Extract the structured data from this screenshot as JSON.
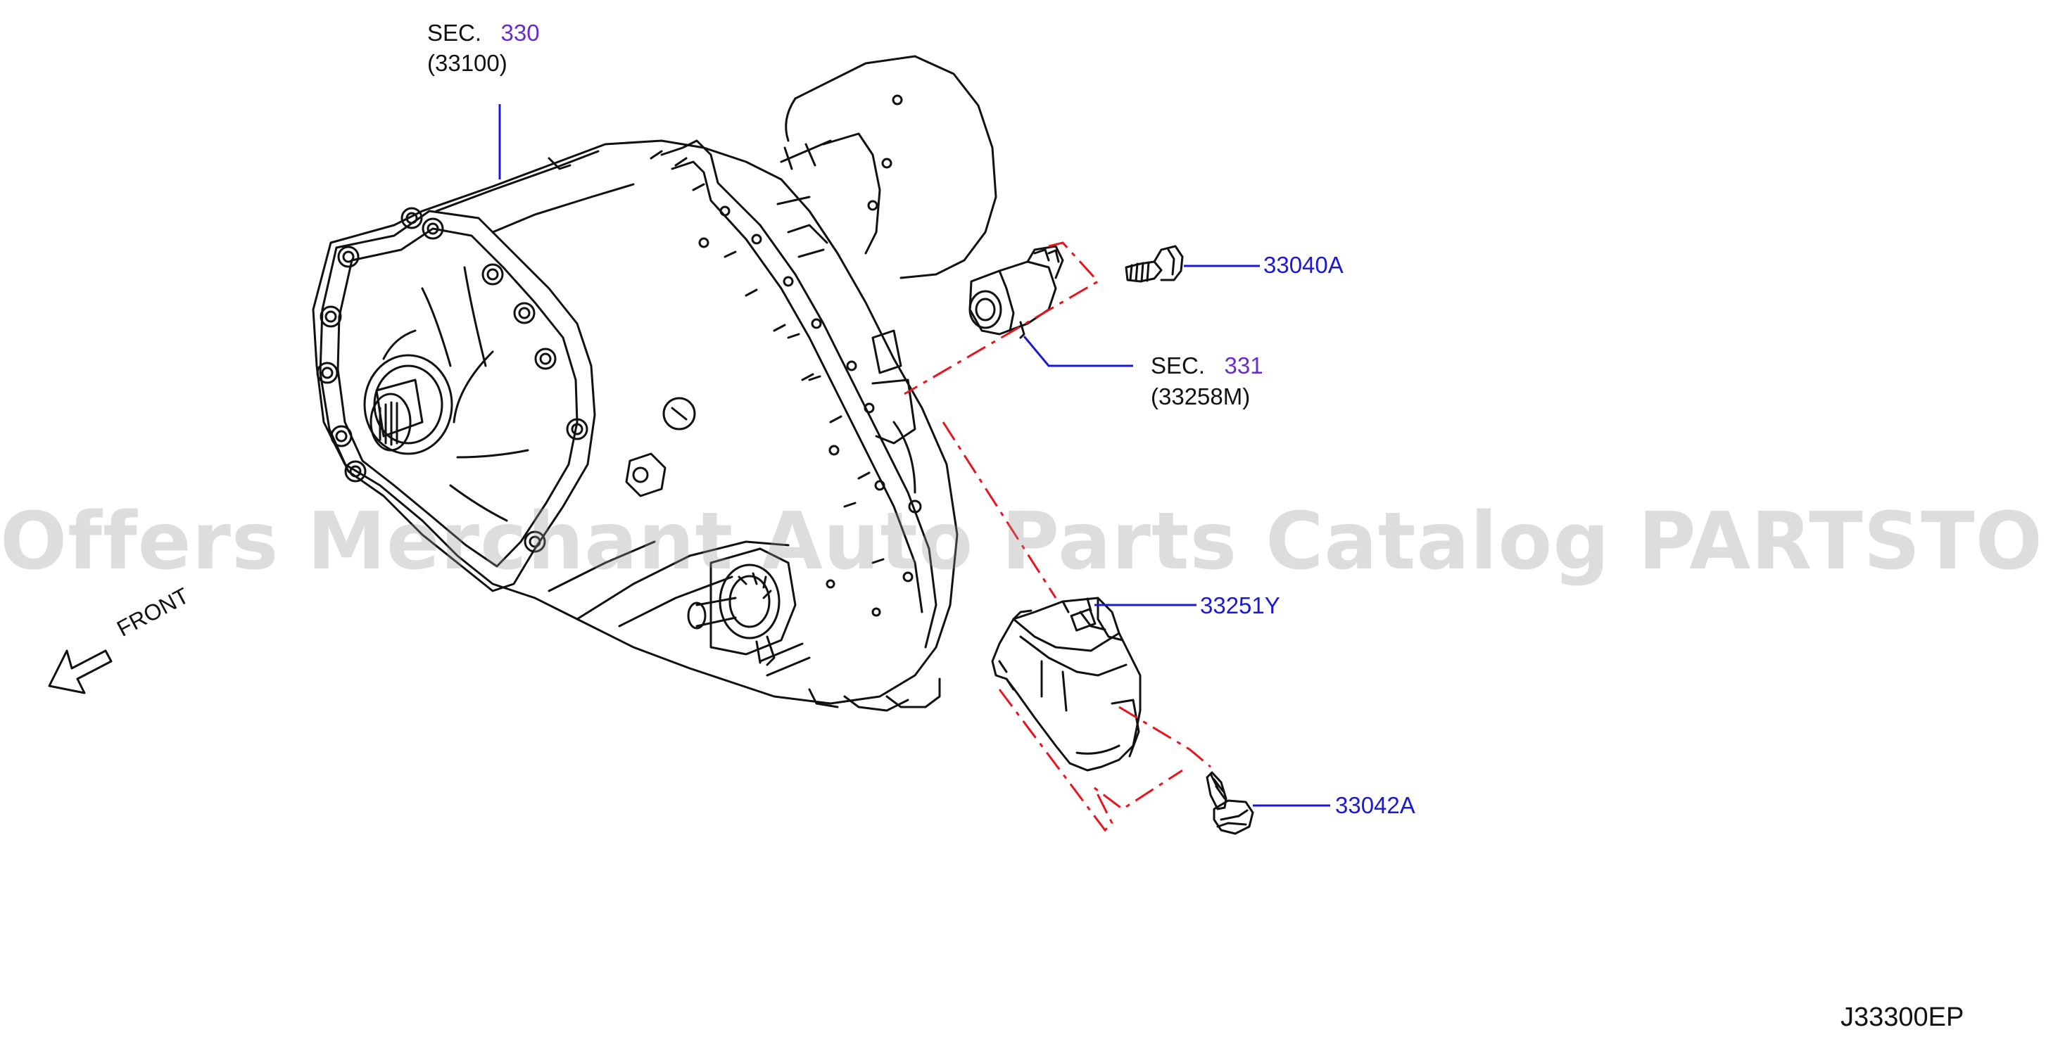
{
  "labels": {
    "sec330": {
      "prefix": "SEC.",
      "section": "330",
      "part": "(33100)"
    },
    "sec331": {
      "prefix": "SEC.",
      "section": "331",
      "part": "(33258M)"
    },
    "p33040A": "33040A",
    "p33251Y": "33251Y",
    "p33042A": "33042A"
  },
  "front_label": "FRONT",
  "diagram_code": "J33300EP",
  "watermark": "Offers Merchant Auto Parts Catalog PARTSTORE.SA",
  "colors": {
    "line": "#111111",
    "leader": "#1a1ad6",
    "part_number": "#1a1ad6",
    "section_number": "#6a2ad1",
    "centerline": "#e8141e"
  }
}
